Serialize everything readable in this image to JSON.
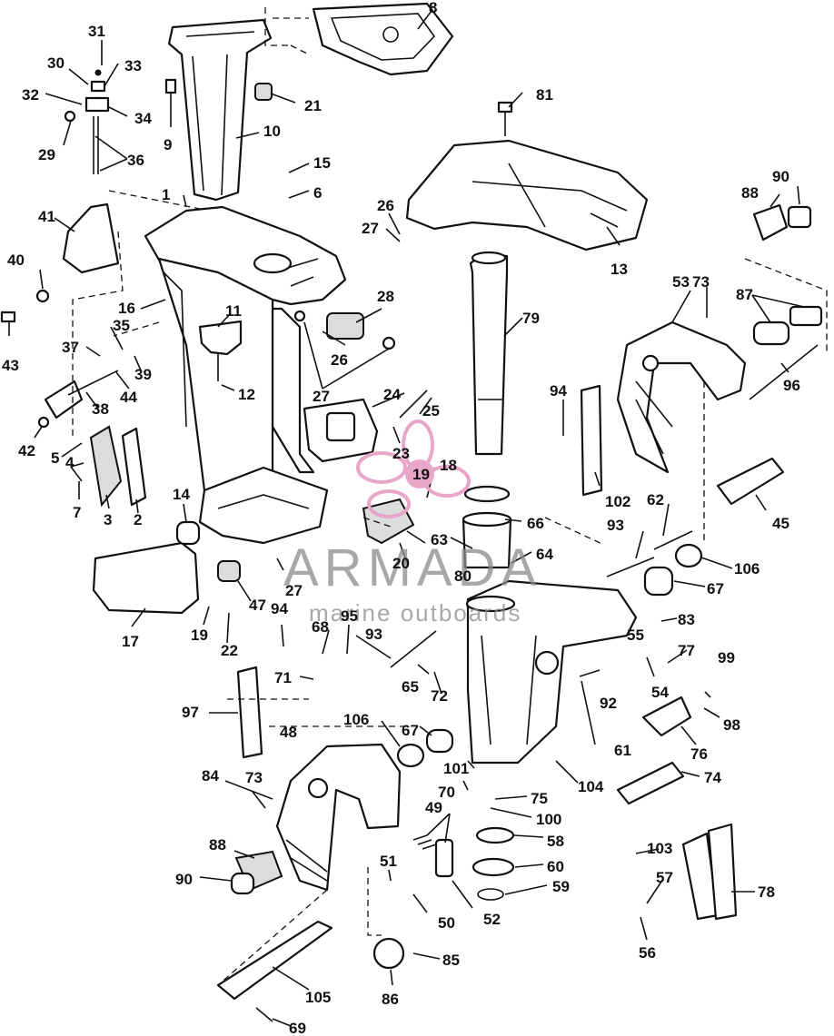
{
  "callouts": [
    "1",
    "2",
    "3",
    "4",
    "5",
    "6",
    "7",
    "8",
    "9",
    "10",
    "11",
    "12",
    "13",
    "14",
    "15",
    "16",
    "17",
    "18",
    "19",
    "19",
    "20",
    "21",
    "22",
    "23",
    "24",
    "25",
    "26",
    "26",
    "27",
    "27",
    "27",
    "28",
    "29",
    "30",
    "31",
    "32",
    "33",
    "34",
    "35",
    "36",
    "37",
    "38",
    "39",
    "40",
    "41",
    "42",
    "43",
    "44",
    "45",
    "47",
    "48",
    "49",
    "50",
    "51",
    "52",
    "53",
    "54",
    "55",
    "56",
    "57",
    "58",
    "59",
    "60",
    "61",
    "62",
    "63",
    "64",
    "65",
    "66",
    "67",
    "67",
    "68",
    "69",
    "70",
    "71",
    "72",
    "73",
    "73",
    "74",
    "75",
    "76",
    "77",
    "78",
    "79",
    "80",
    "81",
    "83",
    "84",
    "85",
    "86",
    "87",
    "88",
    "88",
    "90",
    "90",
    "92",
    "93",
    "93",
    "94",
    "94",
    "95",
    "96",
    "97",
    "98",
    "99",
    "100",
    "101",
    "102",
    "103",
    "104",
    "105",
    "106",
    "106"
  ],
  "watermark": {
    "brand": "ARMADA",
    "tagline": "marine outboards",
    "logo_color": "#e8a6c8",
    "text_color": "#8c8c8c"
  }
}
